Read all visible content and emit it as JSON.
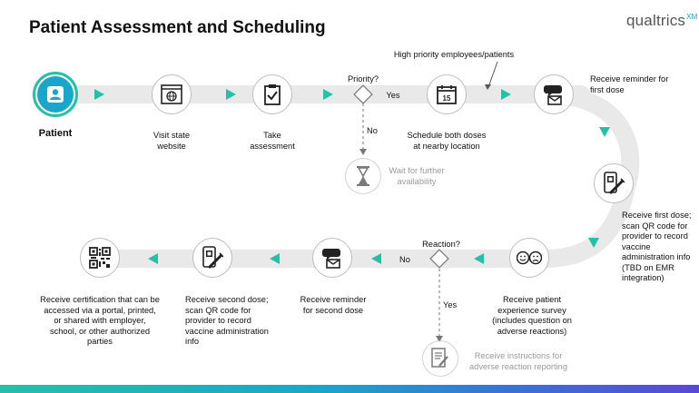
{
  "title": "Patient Assessment and Scheduling",
  "logo": {
    "text": "qualtrics",
    "suffix": "XM"
  },
  "colors": {
    "track": "#e9e9e9",
    "arrow": "#26c0a7",
    "accent": "#19a7c9",
    "circle_border": "#bdbdbd"
  },
  "top_row": {
    "patient": {
      "label": "Patient",
      "icon": "person-icon"
    },
    "visit": {
      "label": "Visit state website",
      "icon": "browser-globe-icon"
    },
    "assess": {
      "label": "Take assessment",
      "icon": "clipboard-check-icon"
    },
    "priority": {
      "label": "Priority?",
      "yes": "Yes",
      "no": "No"
    },
    "schedule": {
      "label": "Schedule both doses at nearby location",
      "icon": "calendar-icon"
    },
    "schedule_note": "High priority employees/patients",
    "reminder1": {
      "label": "Receive reminder for first dose",
      "icon": "chat-mail-icon"
    },
    "wait": {
      "label": "Wait for further availability",
      "icon": "hourglass-icon"
    }
  },
  "right_side": {
    "first_dose": {
      "label": "Receive first dose; scan QR code for provider to record vaccine administration info (TBD on EMR integration)",
      "icon": "phone-qr-syringe-icon"
    }
  },
  "bottom_row": {
    "survey": {
      "label": "Receive patient experience survey (includes question on adverse reactions)",
      "icon": "faces-icon"
    },
    "reaction": {
      "label": "Reaction?",
      "no": "No",
      "yes": "Yes"
    },
    "reminder2": {
      "label": "Receive reminder for second dose",
      "icon": "chat-mail-icon"
    },
    "second_dose": {
      "label": "Receive second dose; scan QR code for provider to record vaccine administration info",
      "icon": "phone-qr-syringe-icon"
    },
    "certification": {
      "label": "Receive certification that can be accessed via a portal, printed, or shared with employer, school, or other authorized parties",
      "icon": "qr-code-icon"
    },
    "instructions": {
      "label": "Receive instructions for adverse reaction reporting",
      "icon": "document-pen-icon"
    }
  }
}
